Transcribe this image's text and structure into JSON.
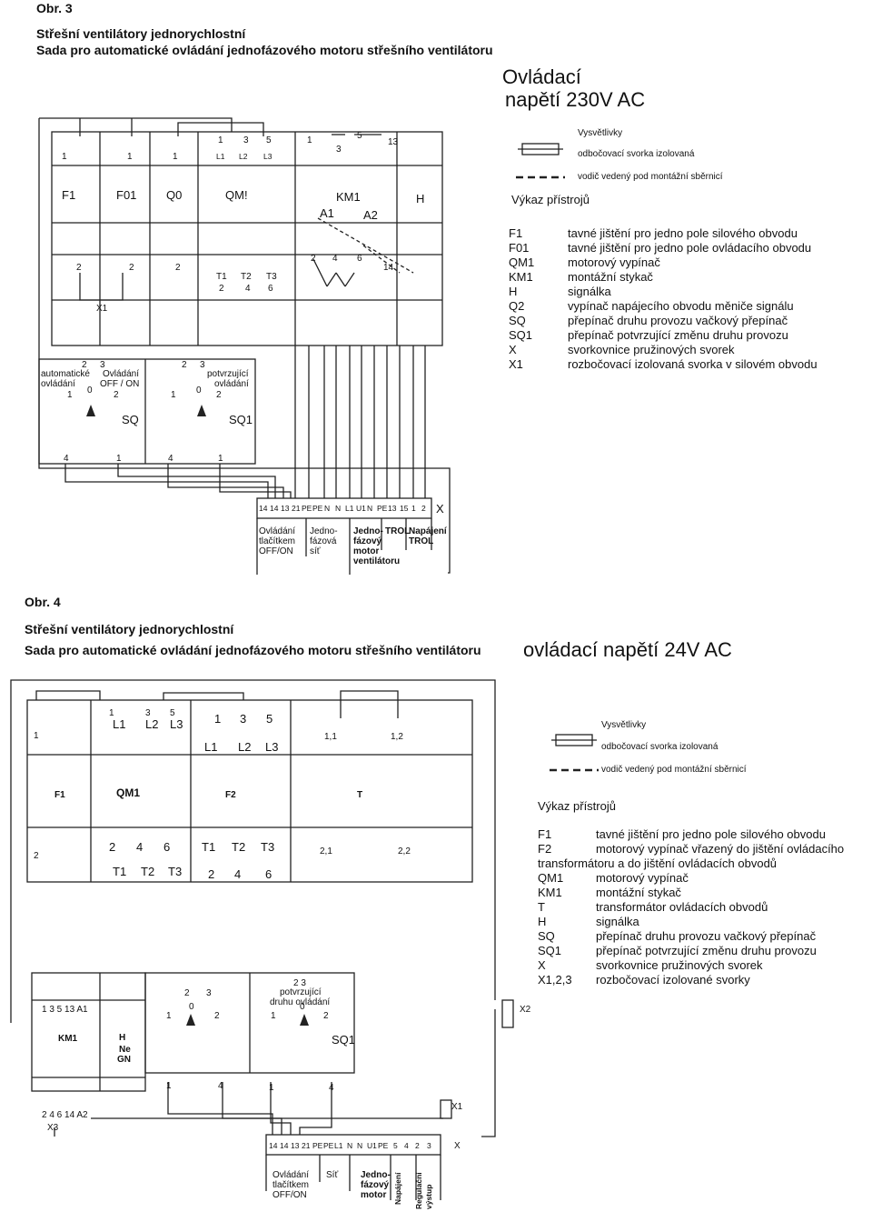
{
  "fig3": {
    "number": "Obr. 3",
    "title_line1": "Střešní ventilátory jednorychlostní",
    "title_line2": "Sada  pro automatické ovládání jednofázového motoru střešního ventilátoru",
    "voltage_line1": "Ovládací",
    "voltage_line2": "napětí  230V AC",
    "explanations_title": "Vysvětlivky",
    "explanation_terminal": "odbočovací svorka izolovaná",
    "explanation_wire": "vodič vedený pod montážní sběrnicí",
    "inventory_title": "Výkaz přístrojů",
    "legend": [
      {
        "key": "F1",
        "value": "tavné jištění pro jedno pole silového obvodu"
      },
      {
        "key": "F01",
        "value": "tavné jištění pro jedno pole ovládacího obvodu"
      },
      {
        "key": "QM1",
        "value": "motorový vypínač"
      },
      {
        "key": "KM1",
        "value": "montážní stykač"
      },
      {
        "key": "H",
        "value": "signálka"
      },
      {
        "key": "Q2",
        "value": "vypínač napájecího obvodu měniče signálu"
      },
      {
        "key": "SQ",
        "value": "přepínač druhu provozu vačkový přepínač"
      },
      {
        "key": "SQ1",
        "value": "přepínač potvrzující změnu druhu provozu"
      },
      {
        "key": "X",
        "value": "svorkovnice pružinových svorek"
      },
      {
        "key": "X1",
        "value": "rozbočovací izolovaná svorka v silovém obvodu"
      }
    ],
    "devices": {
      "f1": "F1",
      "f01": "F01",
      "q0": "Q0",
      "qm": "QM!",
      "km1": "KM1",
      "a1": "A1",
      "a2": "A2",
      "h": "H",
      "x1": "X1"
    },
    "top_terminals": {
      "t1": "1",
      "t2": "1",
      "t3": "1",
      "qm1": "1",
      "qm3": "3",
      "qm5": "5",
      "l1": "L1",
      "l2": "L2",
      "l3": "L3",
      "km1": "1",
      "km3": "3",
      "km5": "5",
      "km13": "13"
    },
    "bottom_terminals": {
      "b1": "2",
      "b2": "2",
      "b3": "2",
      "t1": "T1",
      "t2": "T2",
      "t3": "T3",
      "n2": "2",
      "n4": "4",
      "n6": "6",
      "k2": "2",
      "k4": "4",
      "k6": "6",
      "k14": "14"
    },
    "switches": {
      "sq_label": "SQ",
      "sq1_label": "SQ1",
      "auto_line1": "automatické",
      "auto_line2": "ovládání",
      "onoff_line1": "Ovládání",
      "onoff_line2": "OFF / ON",
      "confirm_line1": "potvrzující",
      "confirm_line2": "ovládání",
      "p2": "2",
      "p3": "3",
      "p0": "0",
      "p1": "1",
      "p2b": "2",
      "q2": "2",
      "q3": "3",
      "q0": "0",
      "q1": "1",
      "q2b": "2",
      "w4a": "4",
      "w1a": "1",
      "w4b": "4",
      "w1b": "1"
    },
    "terminal_strip": [
      "14",
      "14",
      "13",
      "21",
      "PE",
      "PE",
      "N",
      "N",
      "L1",
      "U1",
      "N",
      "PE",
      "13",
      "15",
      "1",
      "2"
    ],
    "strip_label": "X",
    "strip_groups": {
      "g1_l1": "Ovládání",
      "g1_l2": "tlačítkem",
      "g1_l3": "OFF/ON",
      "g2_l1": "Jedno-",
      "g2_l2": "fázová",
      "g2_l3": "síť",
      "g3_l1": "Jedno-",
      "g3_l2": "fázový",
      "g3_l3": "motor",
      "g3_l4": "ventilátoru",
      "g4": "TROL",
      "g5_l1": "Napájení",
      "g5_l2": "TROL"
    }
  },
  "fig4": {
    "number": "Obr. 4",
    "title_line1": "Střešní ventilátory jednorychlostní",
    "title_line2": "Sada  pro automatické ovládání jednofázového motoru střešního ventilátoru",
    "voltage": "ovládací napětí 24V AC",
    "explanations_title": "Vysvětlivky",
    "explanation_terminal": "odbočovací svorka izolovaná",
    "explanation_wire": "vodič vedený pod montážní sběrnicí",
    "inventory_title": "Výkaz přístrojů",
    "legend": [
      {
        "key": "F1",
        "value": "tavné jištění pro jedno pole silového obvodu"
      },
      {
        "key": "F2",
        "value": "motorový vypínač vřazený do jištění ovládacího"
      },
      {
        "key": "",
        "value": "transformátoru a do jištění ovládacích obvodů"
      },
      {
        "key": "QM1",
        "value": "motorový vypínač"
      },
      {
        "key": "KM1",
        "value": "montážní stykač"
      },
      {
        "key": "T",
        "value": "transformátor ovládacích obvodů"
      },
      {
        "key": "H",
        "value": "signálka"
      },
      {
        "key": "SQ",
        "value": "přepínač druhu provozu vačkový přepínač"
      },
      {
        "key": "SQ1",
        "value": "přepínač potvrzující změnu druhu provozu"
      },
      {
        "key": "X",
        "value": "svorkovnice pružinových svorek"
      },
      {
        "key": "X1,2,3",
        "value": "rozbočovací izolované svorky"
      }
    ],
    "devices": {
      "f1": "F1",
      "qm1": "QM1",
      "f2": "F2",
      "t": "T",
      "km1": "KM1",
      "h1": "H",
      "h2": "Ne",
      "h3": "GN",
      "x1": "X1",
      "x2": "X2",
      "x3": "X3",
      "sq1": "SQ1"
    },
    "terminals": {
      "f1_top": "1",
      "f1_bot": "2",
      "qm_top1": "1",
      "qm_top3": "3",
      "qm_top5": "5",
      "qm_l1": "L1",
      "qm_l2": "L2",
      "qm_l3": "L3",
      "qm_b2": "2",
      "qm_b4": "4",
      "qm_b6": "6",
      "qm_t1": "T1",
      "qm_t2": "T2",
      "qm_t3": "T3",
      "f2_1": "1",
      "f2_3": "3",
      "f2_5": "5",
      "f2_l1": "L1",
      "f2_l2": "L2",
      "f2_l3": "L3",
      "f2_t1": "T1",
      "f2_t2": "T2",
      "f2_t3": "T3",
      "f2_b2": "2",
      "f2_b4": "4",
      "f2_b6": "6",
      "t_11": "1,1",
      "t_12": "1,2",
      "t_21": "2,1",
      "t_22": "2,2",
      "km_top": "1  3  5  13  A1",
      "km_bot": "2  4 6     14 A2",
      "s1_2": "2",
      "s1_3": "3",
      "s1_0": "0",
      "s1_1": "1",
      "s1_2b": "2",
      "s2_23": "2 3",
      "s2_0": "0",
      "s2_1": "1",
      "s2_2": "2",
      "s2_label1": "potvrzující",
      "s2_label2": "druhu ovládání",
      "w1": "1",
      "w4": "4",
      "w1b": "1",
      "w4b": "4"
    },
    "terminal_strip": [
      "14",
      "14",
      "13",
      "21",
      "PE",
      "PE",
      "L1",
      "N",
      "N",
      "U1",
      "PE",
      "5",
      "4",
      "2",
      "3"
    ],
    "strip_label": "X",
    "strip_groups": {
      "g1_l1": "Ovládání",
      "g1_l2": "tlačítkem",
      "g1_l3": "OFF/ON",
      "g2": "Síť",
      "g3_l1": "Jedno-",
      "g3_l2": "fázový",
      "g3_l3": "motor",
      "g4": "Napájení",
      "g5_l1": "Regulační",
      "g5_l2": "výstup"
    }
  }
}
